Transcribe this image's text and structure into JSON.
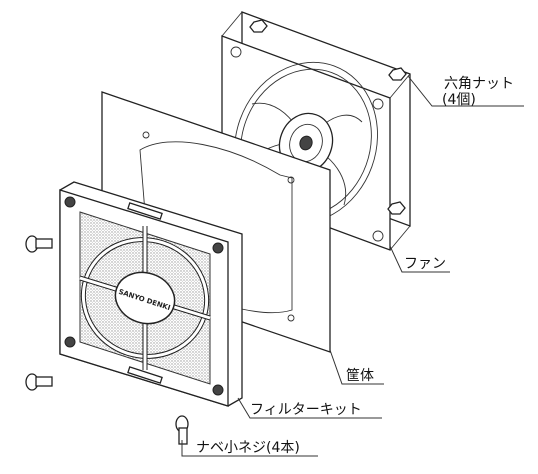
{
  "labels": {
    "hex_nut": "六角ナット",
    "hex_nut_count": "(4個)",
    "fan": "ファン",
    "housing": "筐体",
    "filter_kit": "フィルターキット",
    "pan_head_screw": "ナベ小ネジ(4本)",
    "brand_mark": "SANYO DENKI"
  },
  "icons": [
    "fan-icon",
    "filter-grille-icon",
    "screw-icon",
    "hex-nut-icon"
  ]
}
